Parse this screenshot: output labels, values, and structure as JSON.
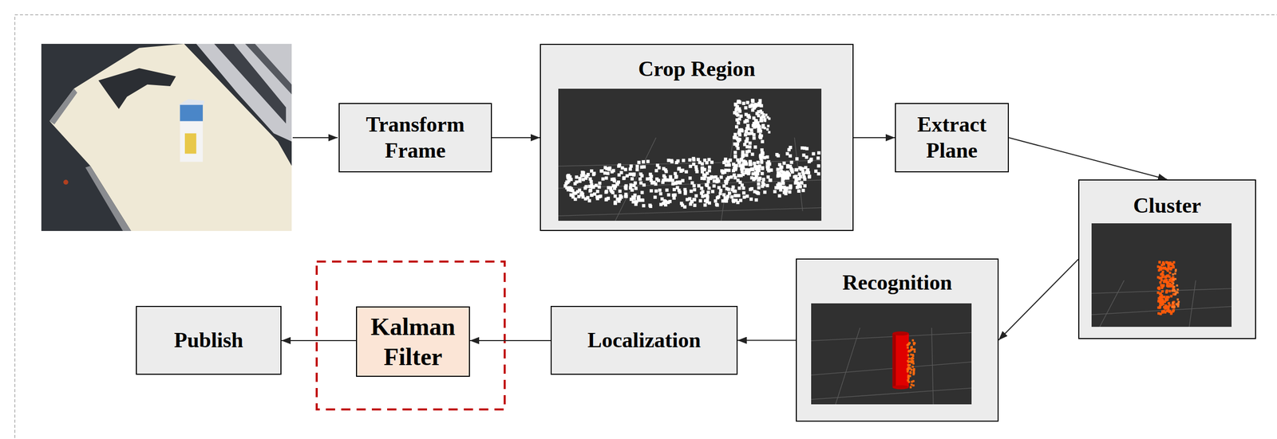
{
  "diagram": {
    "nodes": [
      {
        "text": [
          "Transform Frame"
        ]
      },
      {
        "text": [
          "Crop Region"
        ]
      },
      {
        "text": [
          "Extract Plane"
        ]
      },
      {
        "text": [
          "Cluster"
        ]
      },
      {
        "text": [
          "Recognition"
        ]
      },
      {
        "text": [
          "Localization"
        ]
      },
      {
        "text": [
          "Kalman Filter"
        ]
      },
      {
        "text": [
          "Publish"
        ]
      }
    ],
    "edges": [
      {
        "from": 0,
        "to": 1,
        "arrow": "to"
      },
      {
        "from": 1,
        "to": 2,
        "arrow": "to"
      },
      {
        "from": 2,
        "to": 3,
        "arrow": "to"
      },
      {
        "from": 3,
        "to": 4,
        "arrow": "to"
      },
      {
        "from": 4,
        "to": 5,
        "arrow": "to"
      },
      {
        "from": 5,
        "to": 6,
        "arrow": "to"
      },
      {
        "from": 6,
        "to": 7,
        "arrow": "to"
      }
    ]
  }
}
